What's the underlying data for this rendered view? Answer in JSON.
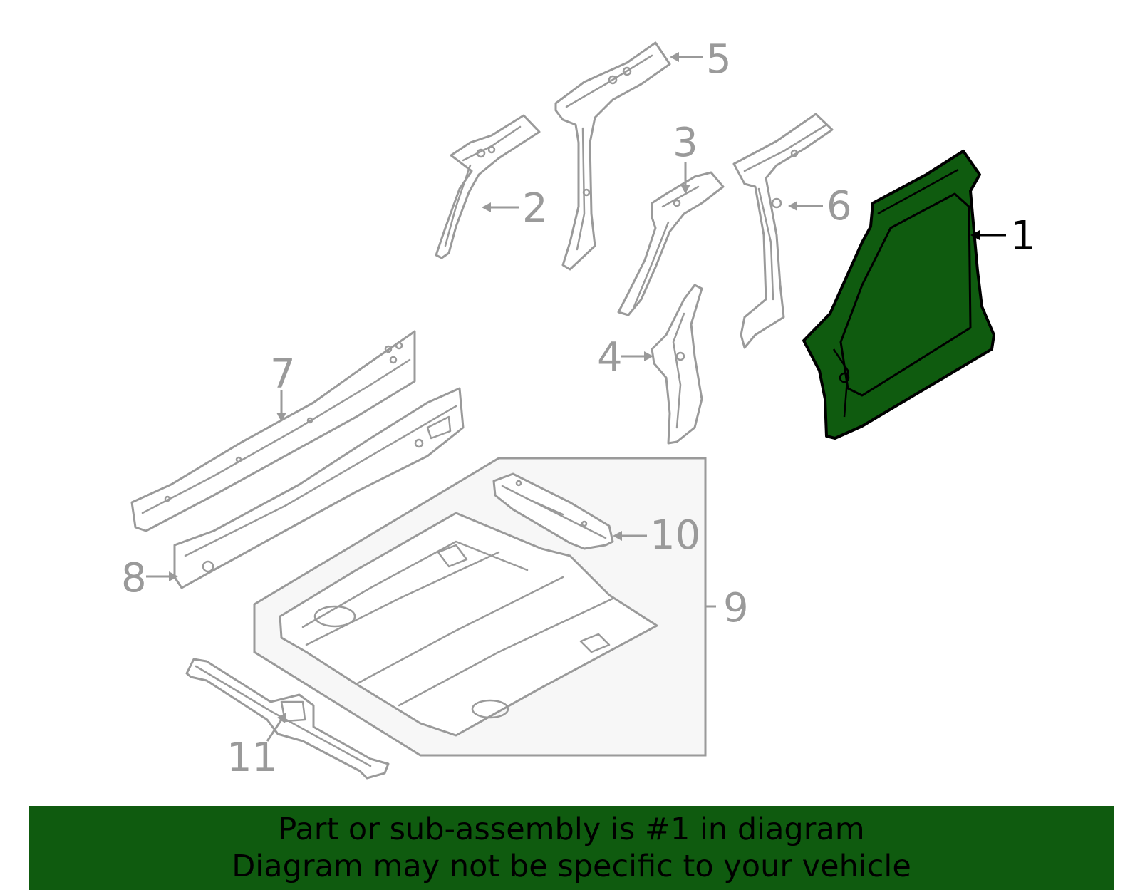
{
  "diagram": {
    "highlight_color": "#0f5b0f",
    "line_color": "#9a9a9a",
    "active_callout": "1",
    "callouts": {
      "c1": "1",
      "c2": "2",
      "c3": "3",
      "c4": "4",
      "c5": "5",
      "c6": "6",
      "c7": "7",
      "c8": "8",
      "c9": "9",
      "c10": "10",
      "c11": "11"
    }
  },
  "banner": {
    "background": "#0f5b0f",
    "line1": "Part or sub-assembly is #1 in diagram",
    "line2": "Diagram may not be specific to your vehicle"
  }
}
